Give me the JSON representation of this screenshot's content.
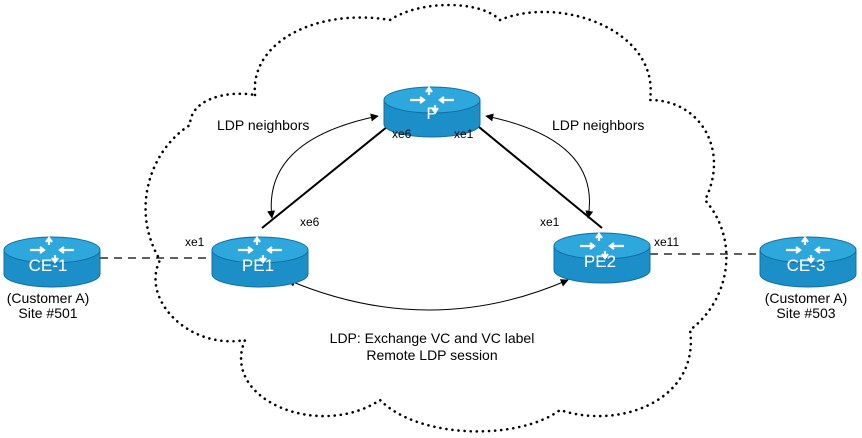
{
  "colors": {
    "router_body": "#1c8fc9",
    "router_top": "#2ea7dc",
    "router_dark": "#0f6fa3",
    "line": "#000000",
    "background": "#ffffff"
  },
  "routers": {
    "ce1": {
      "name": "CE-1",
      "owner": "(Customer A)",
      "site": "Site #501",
      "icon": "router-icon"
    },
    "pe1": {
      "name": "PE1",
      "icon": "router-icon"
    },
    "p": {
      "name": "P",
      "icon": "router-icon"
    },
    "pe2": {
      "name": "PE2",
      "icon": "router-icon"
    },
    "ce3": {
      "name": "CE-3",
      "owner": "(Customer A)",
      "site": "Site #503",
      "icon": "router-icon"
    }
  },
  "interfaces": {
    "pe1_ce": "xe1",
    "pe1_p": "xe6",
    "p_pe1": "xe6",
    "p_pe2": "xe1",
    "pe2_p": "xe1",
    "pe2_ce": "xe11"
  },
  "labels": {
    "ldp_left": "LDP neighbors",
    "ldp_right": "LDP neighbors",
    "remote_line1": "LDP: Exchange VC and VC label",
    "remote_line2": "Remote LDP session"
  }
}
